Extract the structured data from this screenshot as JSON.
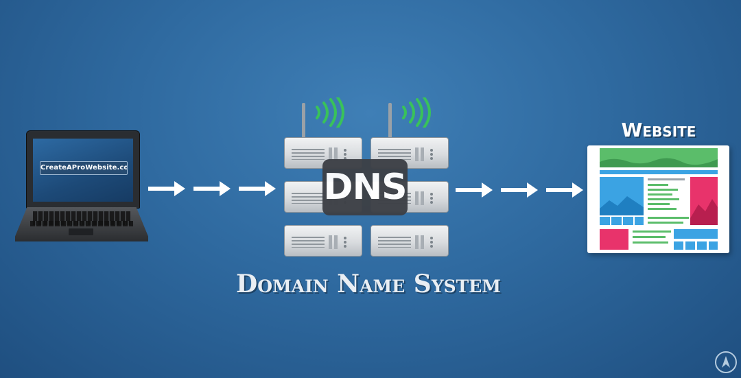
{
  "laptop": {
    "screen_text": "CreateAProWebsite.com"
  },
  "dns": {
    "badge": "DNS",
    "caption": "Domain Name System"
  },
  "website": {
    "title": "Website"
  },
  "colors": {
    "background": "#2f6aa0",
    "arrow": "#ffffff",
    "signal": "#39c25a",
    "badge": "#3d4046",
    "site_green": "#5bbd6a",
    "site_blue": "#3ba3e3",
    "site_pink": "#e8336b"
  },
  "icons": [
    "laptop-icon",
    "arrow-right-icon",
    "server-icon",
    "wifi-signal-icon",
    "website-icon",
    "logo-icon"
  ]
}
